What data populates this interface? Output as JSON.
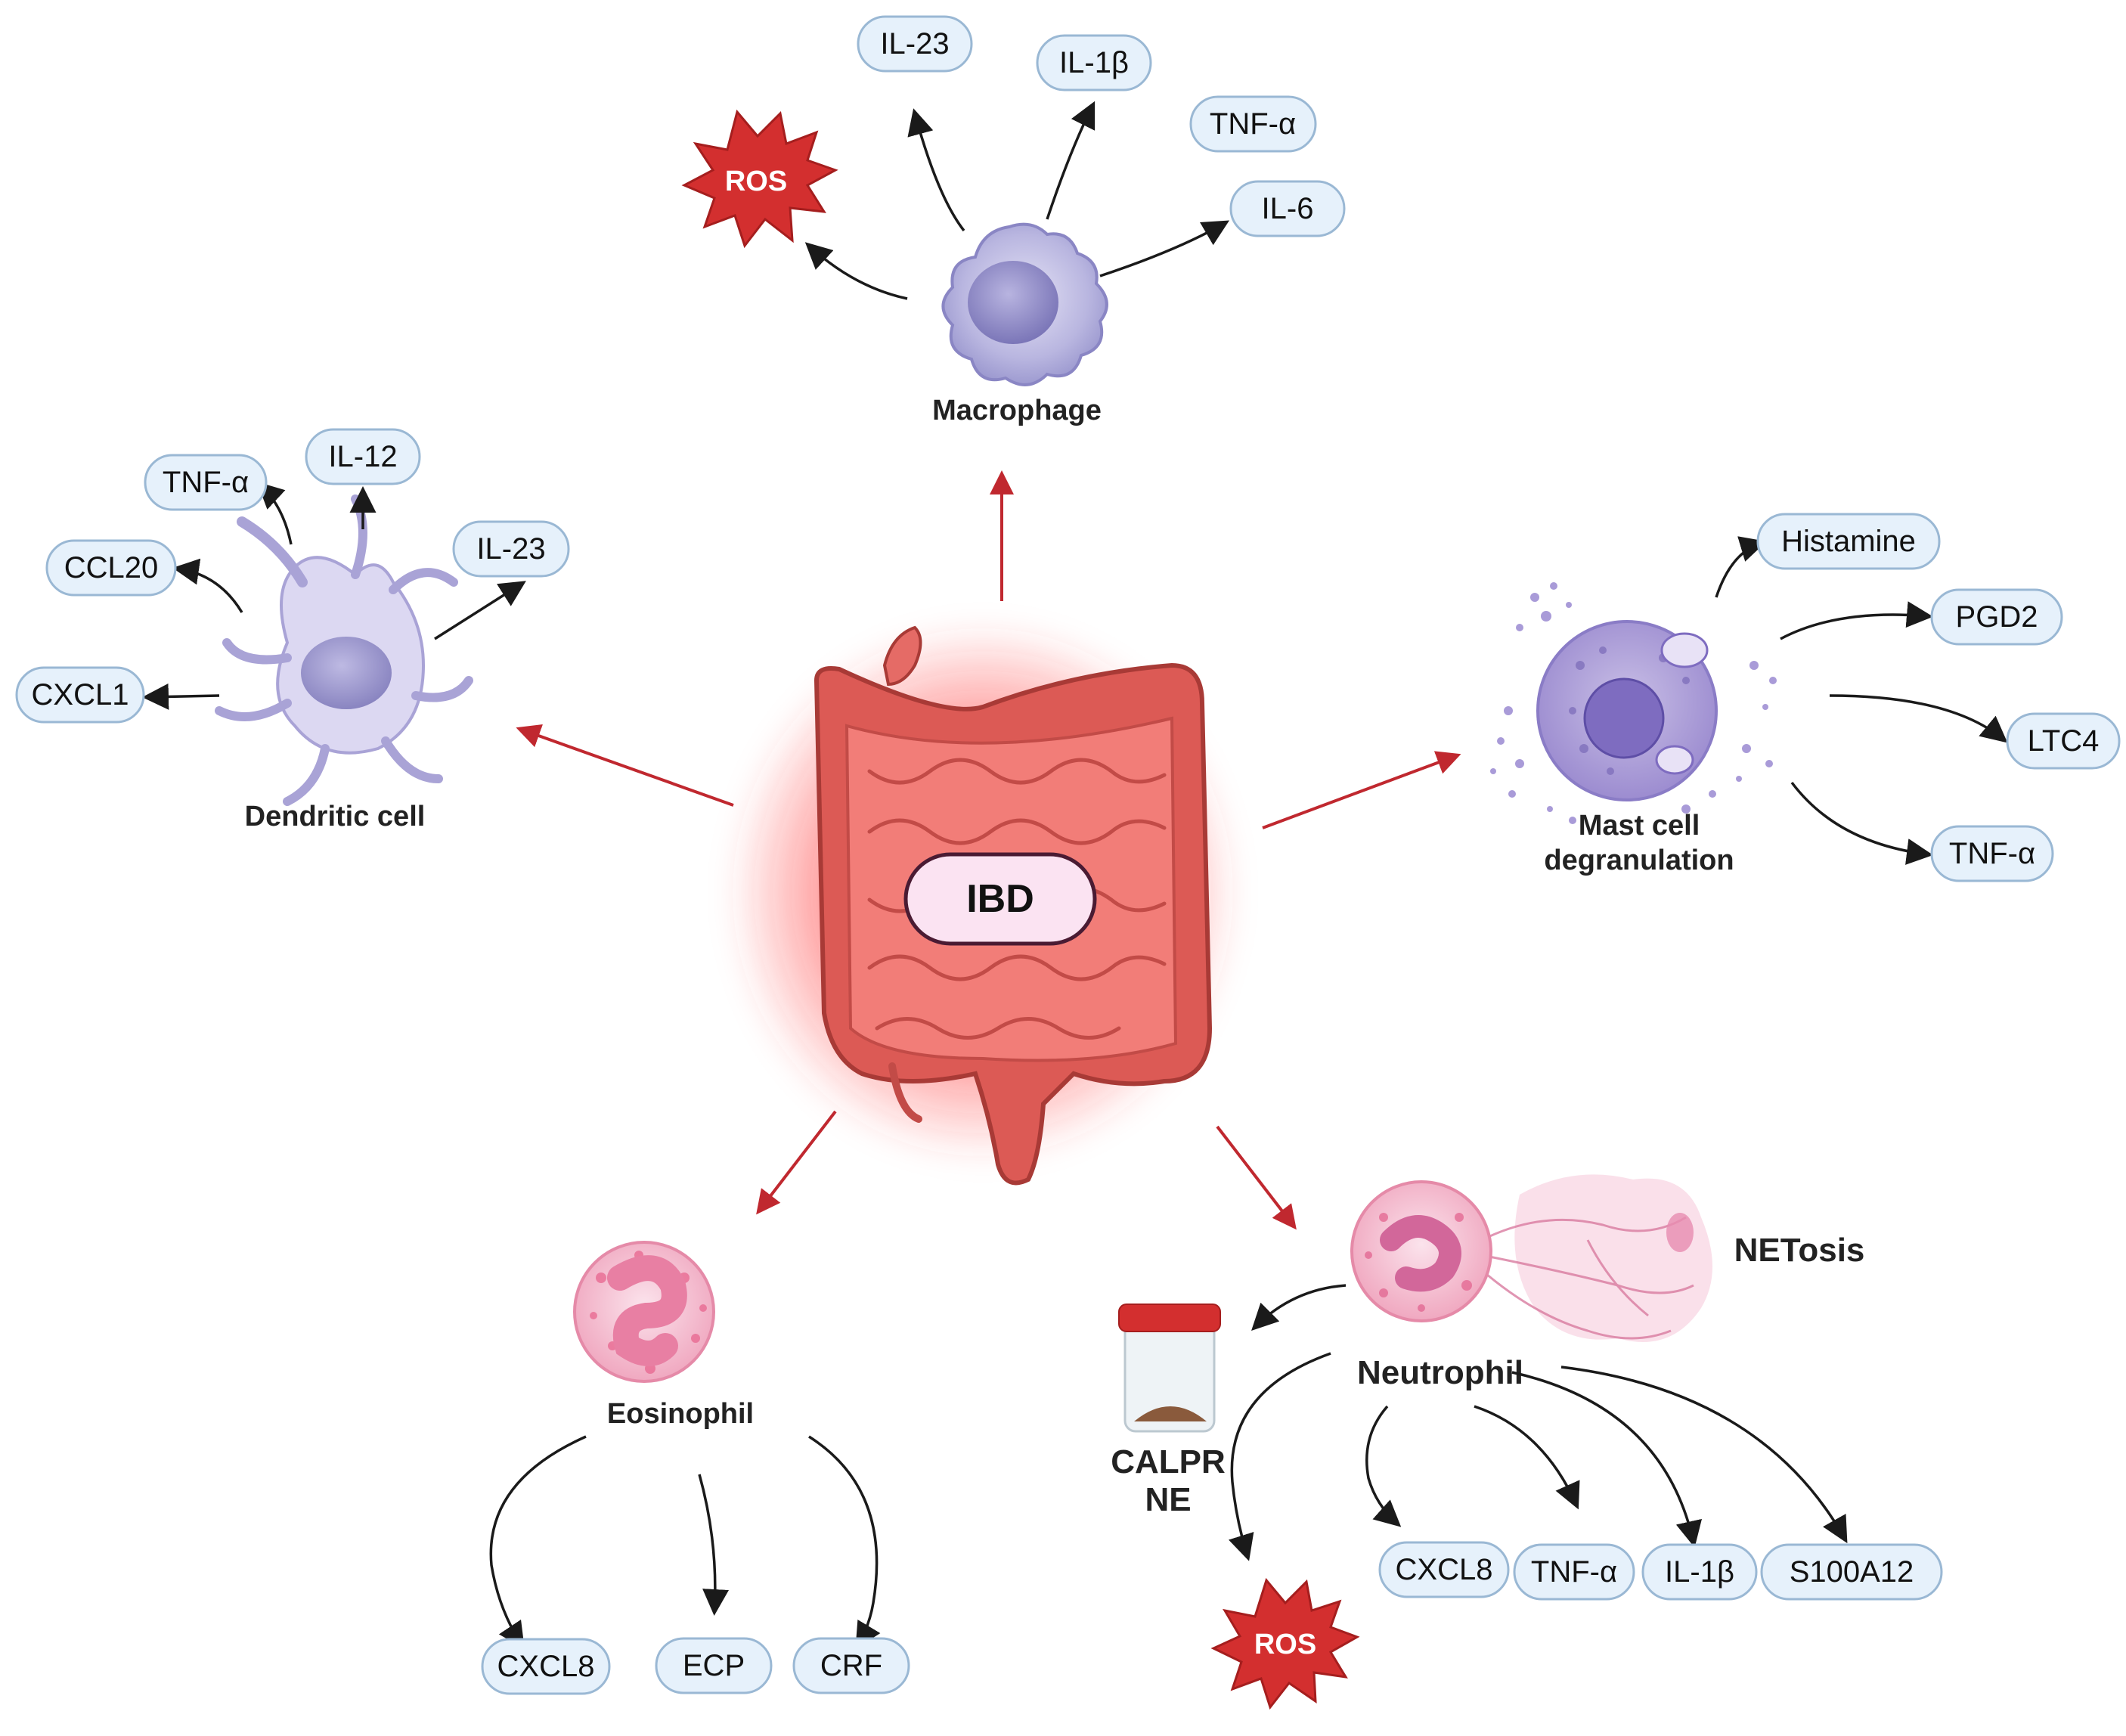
{
  "center": {
    "label": "IBD"
  },
  "macrophage": {
    "label": "Macrophage",
    "ros": "ROS",
    "outputs": [
      "IL-23",
      "IL-1β",
      "TNF-α",
      "IL-6"
    ]
  },
  "dendritic": {
    "label": "Dendritic cell",
    "outputs": [
      "TNF-α",
      "IL-12",
      "CCL20",
      "IL-23",
      "CXCL1"
    ]
  },
  "mast": {
    "label_line1": "Mast cell",
    "label_line2": "degranulation",
    "outputs": [
      "Histamine",
      "PGD2",
      "LTC4",
      "TNF-α"
    ]
  },
  "eosinophil": {
    "label": "Eosinophil",
    "outputs": [
      "CXCL8",
      "ECP",
      "CRF"
    ]
  },
  "neutrophil": {
    "label": "Neutrophil",
    "netosis": "NETosis",
    "calprotectin_line1": "CALPR",
    "calprotectin_line2": "NE",
    "ros": "ROS",
    "outputs": [
      "CXCL8",
      "TNF-α",
      "IL-1β",
      "S100A12"
    ]
  },
  "colors": {
    "pill_fill": "#e6f1fb",
    "pill_stroke": "#9ab8d4",
    "ros_red": "#d32f2f",
    "center_arrow": "#c0282f",
    "colon": "#d9534f"
  }
}
